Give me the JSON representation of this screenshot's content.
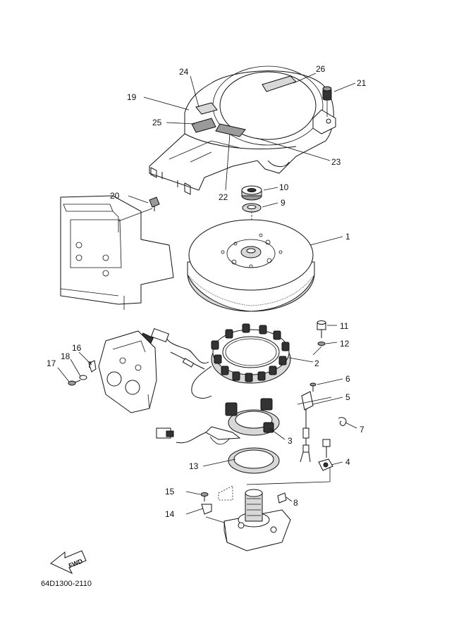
{
  "diagram_code": "64D1300-2110",
  "fwd_label": "FWD",
  "parts": [
    {
      "id": "1",
      "label": "1"
    },
    {
      "id": "2",
      "label": "2"
    },
    {
      "id": "3",
      "label": "3"
    },
    {
      "id": "4",
      "label": "4"
    },
    {
      "id": "5",
      "label": "5"
    },
    {
      "id": "6",
      "label": "6"
    },
    {
      "id": "7a",
      "label": "7"
    },
    {
      "id": "7b",
      "label": "7"
    },
    {
      "id": "8",
      "label": "8"
    },
    {
      "id": "9",
      "label": "9"
    },
    {
      "id": "10",
      "label": "10"
    },
    {
      "id": "11",
      "label": "11"
    },
    {
      "id": "12",
      "label": "12"
    },
    {
      "id": "13",
      "label": "13"
    },
    {
      "id": "14",
      "label": "14"
    },
    {
      "id": "15",
      "label": "15"
    },
    {
      "id": "16",
      "label": "16"
    },
    {
      "id": "17",
      "label": "17"
    },
    {
      "id": "18",
      "label": "18"
    },
    {
      "id": "19",
      "label": "19"
    },
    {
      "id": "20",
      "label": "20"
    },
    {
      "id": "21",
      "label": "21"
    },
    {
      "id": "22",
      "label": "22"
    },
    {
      "id": "23",
      "label": "23"
    },
    {
      "id": "24",
      "label": "24"
    },
    {
      "id": "25",
      "label": "25"
    },
    {
      "id": "26",
      "label": "26"
    }
  ]
}
